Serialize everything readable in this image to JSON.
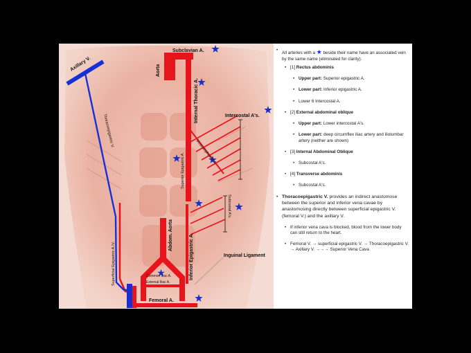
{
  "labels": {
    "subclavian": "Subclavian A.",
    "aorta": "Aorta",
    "internal_thoracic": "Internal Thoracic A.",
    "intercostals": "Intercostal A's.",
    "musculophrenic": "Musculophrenic A.",
    "superior_epigastric": "Superior Epigastric A.",
    "subcostal": "Subcostal A's.",
    "abdom_aorta": "Abdom. Aorta",
    "inferior_epigastric": "Inferior Epigastric A.",
    "inguinal_ligament": "Inguinal Ligament",
    "common_iliac": "Common Iliac A.",
    "external_iliac": "External Iliac A.",
    "femoral": "Femoral A.",
    "axillary_v": "Axillary V.",
    "thoracoepigastric_v": "Thoracoepigastric V.",
    "superficial_epigastric_av": "Superficial Epigastric A./V."
  },
  "colors": {
    "artery": "#e8141c",
    "vein": "#1530d6",
    "star": "#1a2fc9",
    "bracket": "#111111"
  },
  "notes": {
    "intro_pre": "All arteries with a",
    "intro_post": "beside their name have an associated vein by the same name (eliminated for clarity).",
    "rectus_num": "[1]",
    "rectus_title": "Rectus abdominis",
    "upper_label": "Upper part:",
    "rectus_upper_val": "Superior epigastric A.",
    "lower_label": "Lower part:",
    "rectus_lower_val": "Inferior epigastric A.",
    "rectus_lower6": "Lower 6 Intercostal A.",
    "ext_num": "[2]",
    "ext_title": "External abdominal oblique",
    "ext_upper_val": "Lower intercostal A's.",
    "ext_lower_val": "deep circumflex iliac artery and iliolumbar artery (neither are shown)",
    "int_num": "[3]",
    "int_title": "Internal Abdominal Oblique",
    "int_sub": "Subcostal A's.",
    "trans_num": "[4]",
    "trans_title": "Transverse abdominis",
    "trans_sub": "Subcostal A's.",
    "thoraco_title": "Thoracoepigastric V.",
    "thoraco_text": "provides an indirect anastomose between the superior and inferior vena cavae by anastomosing directly between superficial epigastric V. (femoral V.) and the axillary V.",
    "ivc_text": "If inferior vena cava is blocked, blood from the lower body can still return to the heart.",
    "path_text": "Femoral V. → superficial epigastric V. → Thoracoepigastric V. → Axillary V. →→→ Superior Vena Cava"
  }
}
